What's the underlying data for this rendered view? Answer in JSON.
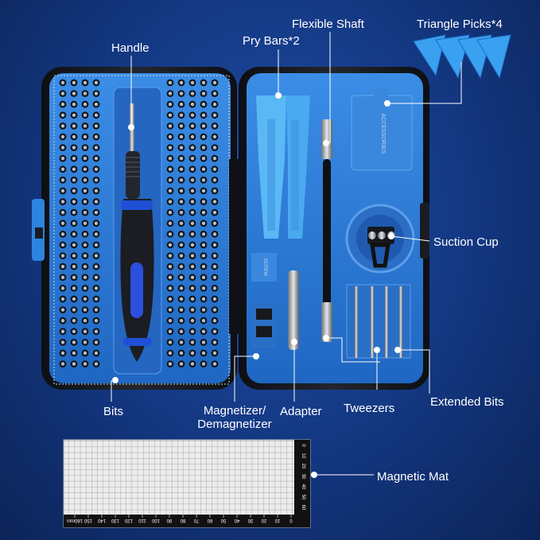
{
  "labels": {
    "handle": "Handle",
    "pry_bars": "Pry Bars*2",
    "flexible_shaft": "Flexible Shaft",
    "triangle_picks": "Triangle Picks*4",
    "suction_cup": "Suction Cup",
    "bits": "Bits",
    "magnetizer_line1": "Magnetizer/",
    "magnetizer_line2": "Demagnetizer",
    "adapter": "Adapter",
    "tweezers": "Tweezers",
    "extended_bits": "Extended Bits",
    "magnetic_mat": "Magnetic Mat"
  },
  "case_print": {
    "accessories": "ACCESSORIES",
    "screw": "SCREW"
  },
  "ruler": {
    "horizontal_ticks": [
      "160mm",
      "150",
      "140",
      "130",
      "120",
      "110",
      "100",
      "90",
      "80",
      "70",
      "60",
      "50",
      "40",
      "30",
      "20",
      "10",
      "0"
    ],
    "vertical_ticks": [
      "0",
      "10",
      "20",
      "30",
      "40",
      "50",
      "60"
    ]
  },
  "colors": {
    "background": "#13367f",
    "case_blue": "#2a7ad6",
    "case_shell": "#16181d",
    "pick_blue": "#3aa0f0",
    "text": "#ffffff"
  }
}
